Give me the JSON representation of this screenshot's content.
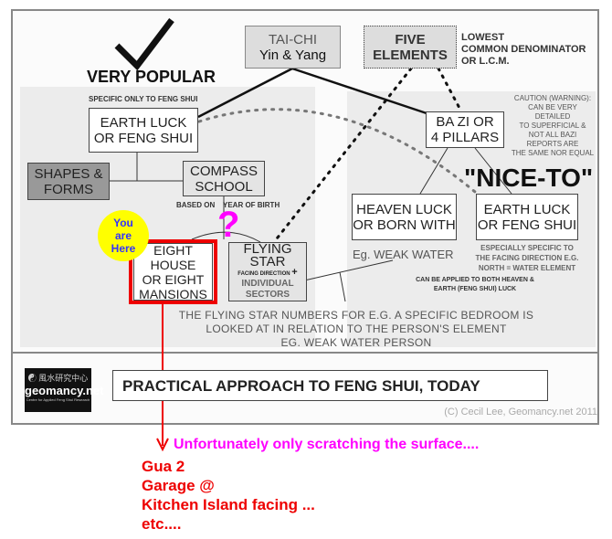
{
  "diagram": {
    "very_popular": "VERY POPULAR",
    "tai_chi": {
      "line1": "TAI-CHI",
      "line2": "Yin & Yang"
    },
    "five_elements": {
      "line1": "FIVE",
      "line2": "ELEMENTS"
    },
    "lcd_note": [
      "LOWEST",
      "COMMON DENOMINATOR",
      "OR L.C.M."
    ],
    "specific_note": "SPECIFIC ONLY TO FENG SHUI",
    "earth_luck_left": {
      "line1": "EARTH LUCK",
      "line2": "OR FENG SHUI"
    },
    "shapes_forms": {
      "line1": "SHAPES &",
      "line2": "FORMS"
    },
    "compass_school": {
      "line1": "COMPASS",
      "line2": "SCHOOL"
    },
    "based_on": "BASED ON",
    "year_of_birth": "YEAR OF BIRTH",
    "you_are_here": {
      "line1": "You",
      "line2": "are",
      "line3": "Here"
    },
    "eight_house": {
      "line1": "EIGHT",
      "line2": "HOUSE",
      "line3": "OR EIGHT",
      "line4": "MANSIONS"
    },
    "question_mark": "?",
    "flying_star": {
      "line1": "FLYING",
      "line2": "STAR",
      "line3": "FACING DIRECTION",
      "plus": "+",
      "line4": "INDIVIDUAL",
      "line5": "SECTORS"
    },
    "bazi": {
      "line1": "BA ZI OR",
      "line2": "4 PILLARS"
    },
    "caution": [
      "CAUTION (WARNING):",
      "CAN BE VERY",
      "DETAILED",
      "TO SUPERFICIAL &",
      "NOT ALL BAZI",
      "REPORTS ARE",
      "THE SAME NOR EQUAL"
    ],
    "nice_to": "\"NICE-TO\"",
    "heaven_luck": {
      "line1": "HEAVEN LUCK",
      "line2": "OR BORN WITH"
    },
    "earth_luck_right": {
      "line1": "EARTH LUCK",
      "line2": "OR FENG SHUI"
    },
    "weak_water": "Eg. WEAK WATER",
    "especially": [
      "ESPECIALLY SPECIFIC TO",
      "THE FACING DIRECTION E.G.",
      "NORTH = WATER ELEMENT"
    ],
    "applied": [
      "CAN BE APPLIED TO BOTH HEAVEN &",
      "EARTH (FENG SHUI) LUCK"
    ],
    "flying_caption": [
      "THE FLYING STAR NUMBERS FOR E.G. A SPECIFIC BEDROOM IS",
      "LOOKED AT IN RELATION TO THE PERSON'S ELEMENT",
      "EG.  WEAK WATER PERSON"
    ],
    "logo": {
      "text": "geomancy.net",
      "sub": "Centre for Applied Feng Shui Research"
    },
    "title": "PRACTICAL APPROACH TO FENG SHUI, TODAY",
    "copyright": "(C) Cecil Lee, Geomancy.net 2011"
  },
  "annotations": {
    "scratching": "Unfortunately only scratching the surface....",
    "notes": [
      "Gua 2",
      "Garage @",
      "Kitchen Island facing ...",
      "etc...."
    ]
  },
  "colors": {
    "red": "#ee0000",
    "magenta": "#ff00ff",
    "yellow": "#ffff00",
    "blue": "#3333ff"
  }
}
